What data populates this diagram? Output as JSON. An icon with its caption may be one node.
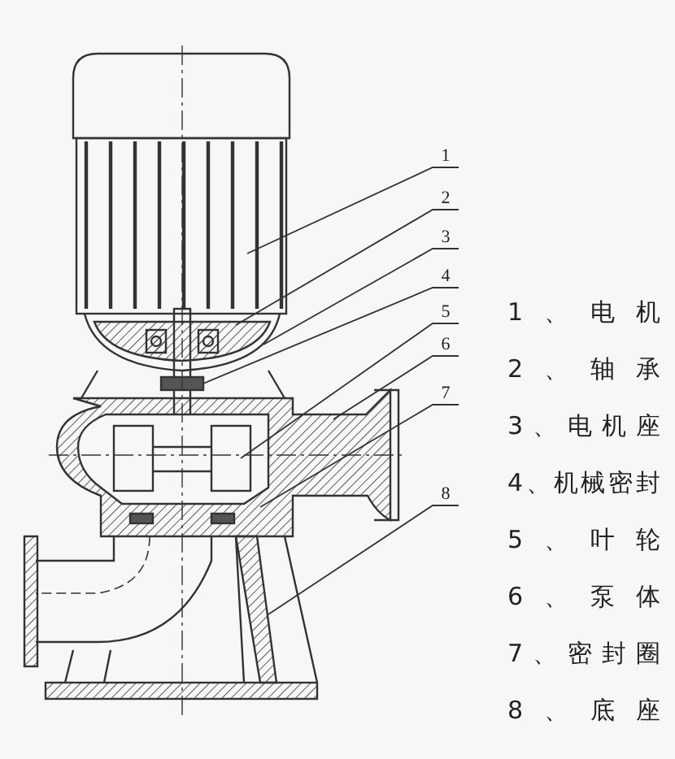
{
  "diagram": {
    "nodes": [
      {
        "text": [
          "1"
        ]
      },
      {
        "text": [
          "2"
        ]
      },
      {
        "text": [
          "3"
        ]
      },
      {
        "text": [
          "4"
        ]
      },
      {
        "text": [
          "5"
        ]
      },
      {
        "text": [
          "6"
        ]
      },
      {
        "text": [
          "7"
        ]
      },
      {
        "text": [
          "8"
        ]
      }
    ],
    "edges": [
      {
        "from": 0,
        "to": null,
        "arrow": "none"
      },
      {
        "from": 1,
        "to": null,
        "arrow": "none"
      },
      {
        "from": 2,
        "to": null,
        "arrow": "none"
      },
      {
        "from": 3,
        "to": null,
        "arrow": "none"
      },
      {
        "from": 4,
        "to": null,
        "arrow": "none"
      },
      {
        "from": 5,
        "to": null,
        "arrow": "none"
      },
      {
        "from": 6,
        "to": null,
        "arrow": "none"
      },
      {
        "from": 7,
        "to": null,
        "arrow": "none"
      }
    ],
    "labels": [
      "1、电机",
      "2、轴承",
      "3、电机座",
      "4、机械密封",
      "5、叶轮",
      "6、泵体",
      "7、密封圈",
      "8、底座"
    ]
  }
}
